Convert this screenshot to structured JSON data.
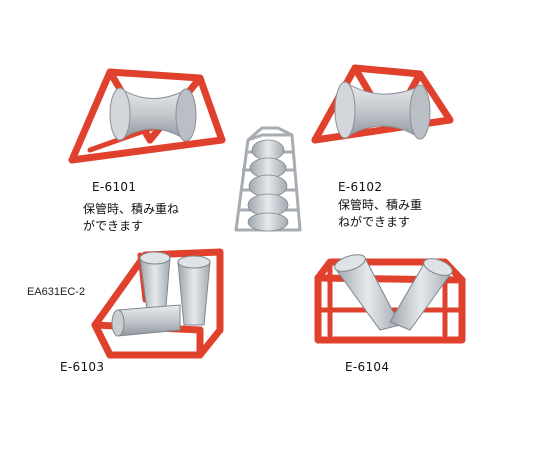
{
  "products": [
    {
      "code": "E-6101",
      "note_line1": "保管時、積み重ね",
      "note_line2": "ができます"
    },
    {
      "code": "E-6102",
      "note_line1": "保管時、積み重",
      "note_line2": "ねができます"
    },
    {
      "code": "E-6103",
      "model_ref": "EA631EC-2"
    },
    {
      "code": "E-6104"
    }
  ],
  "colors": {
    "frame": "#e0412c",
    "roller": "#c9ced3",
    "roller_dark": "#9aa1a8",
    "stack_frame": "#a7adb3"
  }
}
